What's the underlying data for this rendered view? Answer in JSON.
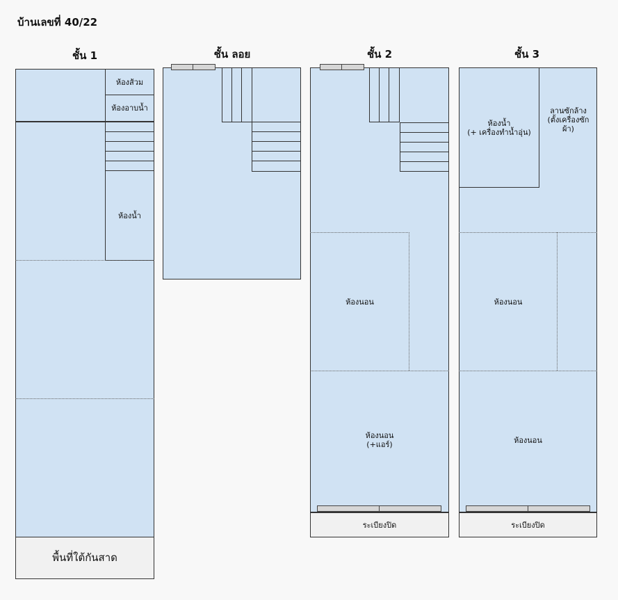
{
  "title": "บ้านเลขที่ 40/22",
  "floors": {
    "f1": {
      "label": "ชั้น 1"
    },
    "mezz": {
      "label": "ชั้น ลอย"
    },
    "f2": {
      "label": "ชั้น 2"
    },
    "f3": {
      "label": "ชั้น 3"
    }
  },
  "rooms": {
    "f1_toilet": "ห้องส้วม",
    "f1_shower": "ห้องอาบน้ำ",
    "f1_bathroom": "ห้องน้ำ",
    "f1_awning": "พื้นที่ใต้กันสาด",
    "f2_bedroom": "ห้องนอน",
    "f2_bedroom_ac": "ห้องนอน\n(+แอร์)",
    "f2_balcony": "ระเบียงปิด",
    "f3_bathroom": "ห้องน้ำ\n(+ เครื่องทำน้ำอุ่น)",
    "f3_laundry": "ลานซักล้าง\n(ตั้งเครื่องซัก\nผ้า)",
    "f3_bedroom_1": "ห้องนอน",
    "f3_bedroom_2": "ห้องนอน",
    "f3_balcony": "ระเบียงปิด"
  }
}
